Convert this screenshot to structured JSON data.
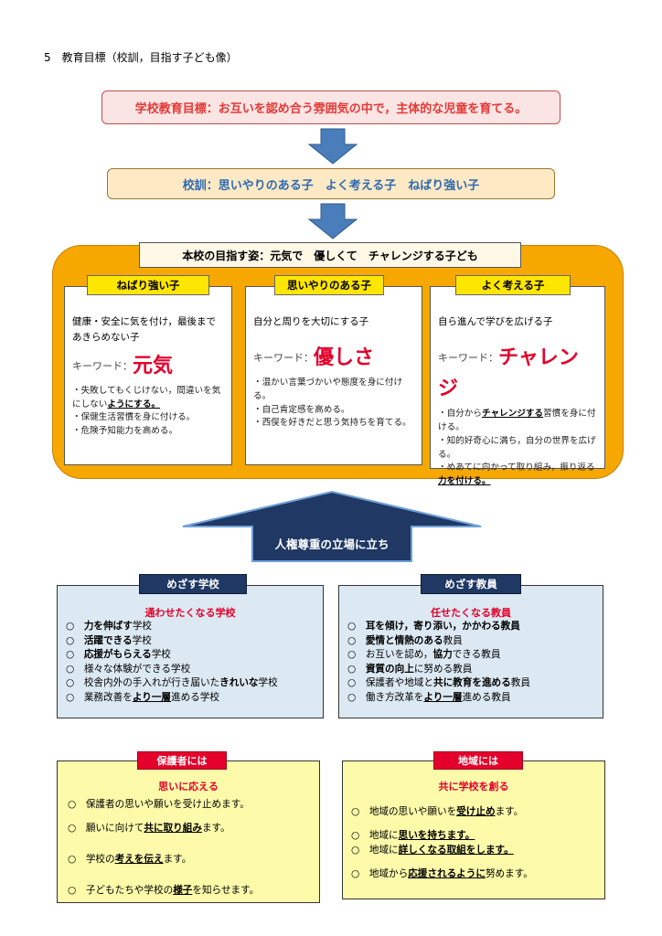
{
  "heading": "5　教育目標（校訓，目指す子ども像）",
  "school_goal": "学校教育目標：お互いを認め合う雰囲気の中で，主体的な児童を育てる。",
  "motto": "校訓：思いやりのある子　よく考える子　ねばり強い子",
  "aim_title": "本校の目指す姿：元気で　優しくて　チャレンジする子ども",
  "columns": [
    {
      "tag": "ねばり強い子",
      "lead": "健康・安全に気を付け，最後まであきらめない子",
      "keyword_label": "キーワード：",
      "keyword": "元気",
      "b1a": "・失敗してもくじけない，間違いを気にしない",
      "b1u": "ようにする。",
      "b2": "・保健生活習慣を身に付ける。",
      "b3": "・危険予知能力を高める。"
    },
    {
      "tag": "思いやりのある子",
      "lead": "自分と周りを大切にする子",
      "keyword_label": "キーワード：",
      "keyword": "優しさ",
      "b1": "・温かい言葉づかいや態度を身に付ける。",
      "b2": "・自己肯定感を高める。",
      "b3": "・西俣を好きだと思う気持ちを育てる。"
    },
    {
      "tag": "よく考える子",
      "lead": "自ら進んで学びを広げる子",
      "keyword_label": "キーワード：",
      "keyword": "チャレンジ",
      "b1a": "・自分から",
      "b1u": "チャレンジする",
      "b1b": "習慣を身に付ける。",
      "b2": "・知的好奇心に満ち，自分の世界を広げる。",
      "b3a": "・めあてに向かって取り組み，振り返る",
      "b3u": "力を付ける。"
    }
  ],
  "rights_label": "人権尊重の立場に立ち",
  "school": {
    "tag": "めざす学校",
    "subtitle": "通わせたくなる学校",
    "items": [
      {
        "m": "○",
        "b": "力を伸ばす",
        "t": "学校"
      },
      {
        "m": "○",
        "b": "活躍できる",
        "t": "学校"
      },
      {
        "m": "○",
        "b": "応援がもらえる",
        "t": "学校"
      },
      {
        "m": "○",
        "b": "",
        "t": "様々な体験ができる学校"
      },
      {
        "m": "○",
        "a": "校舎内外の手入れが行き届いた",
        "b": "きれいな",
        "t": "学校"
      },
      {
        "m": "○",
        "a": "業務改善を",
        "u": "より一層",
        "t": "進める学校"
      }
    ]
  },
  "teacher": {
    "tag": "めざす教員",
    "subtitle": "任せたくなる教員",
    "items": [
      {
        "m": "○",
        "b": "耳を傾け，寄り添い，かかわる教員",
        "t": ""
      },
      {
        "m": "○",
        "b": "愛情と情熱のある",
        "t": "教員"
      },
      {
        "m": "○",
        "a": "お互いを認め，",
        "b": "協力",
        "t": "できる教員"
      },
      {
        "m": "○",
        "b": "資質の向上",
        "t": "に努める教員"
      },
      {
        "m": "○",
        "a": "保護者や地域と",
        "b": "共に教育を進める",
        "t": "教員"
      },
      {
        "m": "○",
        "a": "働き方改革を",
        "u": "より一層",
        "t": "進める教員"
      }
    ]
  },
  "parents": {
    "tag": "保護者には",
    "subtitle": "思いに応える",
    "items": [
      {
        "m": "○",
        "a": "保護者の思いや願いを受け止めます。"
      },
      {
        "m": "○",
        "a": "願いに向けて",
        "u": "共に取り組み",
        "t": "ます。"
      },
      {
        "m": "○",
        "a": "学校の",
        "u": "考えを伝え",
        "t": "ます。"
      },
      {
        "m": "○",
        "a": "子どもたちや学校の",
        "u": "様子",
        "t": "を知らせます。"
      }
    ]
  },
  "community": {
    "tag": "地域には",
    "subtitle": "共に学校を創る",
    "items": [
      {
        "m": "○",
        "a": "地域の思いや願いを",
        "u": "受け止め",
        "t": "ます。"
      },
      {
        "m": "○",
        "a": "地域に",
        "u": "思いを持ちます。",
        "t": ""
      },
      {
        "m": "○",
        "a": "地域に",
        "u": "詳しくなる取組をします。",
        "t": ""
      },
      {
        "m": "○",
        "a": "地域から",
        "u": "応援されるように",
        "t": "努めます。"
      }
    ]
  },
  "colors": {
    "accent_red": "#e4002b",
    "accent_blue": "#2e6ab3",
    "navy": "#1f3864",
    "orange": "#f6a800",
    "yellow_tag": "#ffe600"
  },
  "icons": [
    "arrow-down-icon",
    "arrow-down-icon",
    "arrow-up-icon"
  ]
}
